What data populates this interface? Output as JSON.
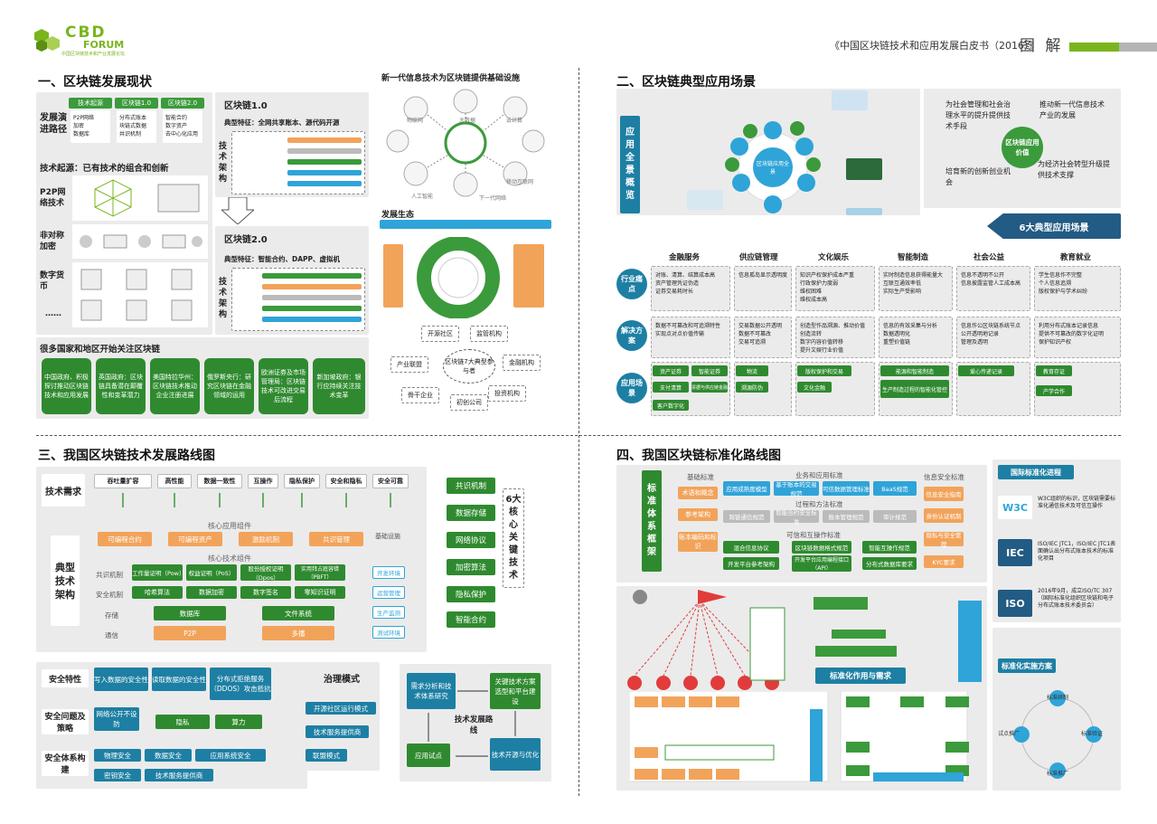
{
  "header": {
    "logo_top": "CBD",
    "logo_bottom": "FORUM",
    "logo_sub": "中国区块链技术和产业发展论坛",
    "doc_title": "《中国区块链技术和应用发展白皮书（2016）》",
    "tujie": "图 解",
    "colors": {
      "green": "#7ab51d",
      "grey": "#b5b5b5"
    }
  },
  "s1": {
    "title": "一、区块链发展现状",
    "path_label": "发展演进路径",
    "path_steps": [
      "技术起源",
      "区块链1.0",
      "区块链2.0"
    ],
    "path_desc": [
      "P2P网络\n加密\n数据库",
      "分布式账本\n块链式数据\n共识机制",
      "智能合约\n数字资产\n去中心化应用"
    ],
    "origin": "技术起源：已有技术的组合和创新",
    "techs": [
      "P2P网络技术",
      "非对称加密",
      "数字货币"
    ],
    "dots": "……",
    "bc1": "区块链1.0",
    "bc1_feat": "典型特征：全网共享账本、源代码开源",
    "bc2": "区块链2.0",
    "bc2_feat": "典型特征：智能合约、DAPP、虚拟机",
    "arch": "技术架构",
    "countries_title": "很多国家和地区开始关注区块链",
    "countries": [
      "中国政府、积极探讨推动区块链技术和应用发展",
      "英国政府：区块链具备潜在颠覆性和变革潜力",
      "美国特拉华州：区块链技术推动企业注册进展",
      "俄罗斯央行：研究区块链在金融领域的运用",
      "欧洲证券及市场管理局：区块链技术可改进交易后流程",
      "新加坡政府：银行应持续关注技术变革"
    ]
  },
  "s1r": {
    "infra": "新一代信息技术为区块链提供基础设施",
    "infra_items": [
      "物联网",
      "大数据",
      "云计算",
      "人工智能",
      "下一代网络",
      "移动互联网"
    ],
    "eco": "发展生态",
    "eco_items": [
      "开源社区",
      "产业联盟",
      "骨干企业",
      "初创公司",
      "投资机构",
      "金融机构",
      "监管机构"
    ],
    "eco_center": "区块链7大典型参与者"
  },
  "s2": {
    "title": "二、区块链典型应用场景",
    "side": "应用全景概览",
    "center": "区块链应用全景",
    "apps": [
      "金融服务",
      "供应链管理",
      "文化娱乐",
      "智能制造",
      "社会公益",
      "教育就业"
    ],
    "value_items": [
      "为社会管理和社会治理水平的提升提供技术手段",
      "推动新一代信息技术产业的发展",
      "培育新的创新创业机会",
      "为经济社会转型升级提供技术支撑"
    ],
    "value_center": "区块链应用价值",
    "banner": "6大典型应用场景",
    "rows": [
      "行业痛点",
      "解决方案",
      "应用场景"
    ],
    "pain": [
      "对账、清算、结算成本高\n资产管理凭证伪造\n证券交易耗时长",
      "信息孤岛显示透明度",
      "知识产权保护成本严重\n行政保护力度弱\n维权困难\n维权成本高",
      "实时制造信息获得能量大\n互联互通效率低\n实际生产受影响",
      "信息不透明不公开\n信息披露监管人工成本高",
      "学生信息作不完整\n个人信息追溯\n版权保护与学术纠纷"
    ],
    "sol": [
      "数据不可篡改和可追溯特性\n实现点对点价值传输",
      "交易数据公开透明\n数据不可篡改\n交易可追溯",
      "创造型作品溯源、推动价值\n创造流转\n数字内容价值转移\n提升文娱行业价值",
      "信息的有效采集与分析\n数据透明化\n重塑价值链",
      "信息作公区块链系统节点\n公开透明地记录\n管理及透明",
      "利用分布式账本记录信息\n提供不可篡改的数字化证明\n保护知识产权"
    ],
    "scenes": [
      [
        "资产证券",
        "智能证券",
        "支付清算",
        "票据与供应链金融",
        "客户数字化"
      ],
      [
        "物流",
        "溯源防伪"
      ],
      [
        "版权保护和交易",
        "文化金融"
      ],
      [
        "能源和智能制造",
        "生产制造过程的智能化管控"
      ],
      [
        "爱心传递记录"
      ],
      [
        "教育存证",
        "产学合作"
      ]
    ]
  },
  "s3": {
    "title": "三、我国区块链技术发展路线图",
    "req_label": "技术需求",
    "reqs": [
      "吞吐量扩容",
      "高性能",
      "数据一致性",
      "互操作",
      "隐私保护",
      "安全和隐私",
      "安全可靠"
    ],
    "arch_label": "典型技术架构",
    "core_app": "核心应用组件",
    "apps": [
      "可编程合约",
      "可编程资产",
      "激励机制",
      "共识管理"
    ],
    "core_tech": "核心技术组件",
    "consensus": "共识机制",
    "cons_items": [
      "工作量证明（Pow）",
      "权益证明（PoS）",
      "股份授权证明（Dpos）",
      "实用拜占庭容错（PBFT）"
    ],
    "security": "安全机制",
    "sec_items": [
      "哈希算法",
      "数据加密",
      "数字签名",
      "零知识证明"
    ],
    "storage": "存储",
    "storage_items": [
      "数据库",
      "文件系统"
    ],
    "comm": "通信",
    "comm_items": [
      "P2P",
      "多播"
    ],
    "infra": "基础设施",
    "side": [
      "开发环境",
      "运营管理",
      "生产监测",
      "测试环境"
    ],
    "key_tech": [
      "共识机制",
      "数据存储",
      "网络协议",
      "加密算法",
      "隐私保护",
      "智能合约"
    ],
    "key_label": "6大核心关键技术",
    "safety_label": "安全特性",
    "safety": [
      "写入数据的安全性",
      "读取数据的安全性",
      "分布式拒绝服务（DDOS）攻击抵抗"
    ],
    "issues_label": "安全问题及策略",
    "issues": [
      "网络公开不设防",
      "隐私",
      "算力"
    ],
    "system_label": "安全体系构建",
    "system": [
      "物理安全",
      "数据安全",
      "应用系统安全",
      "密钥安全",
      "技术服务提供商"
    ],
    "gov_label": "治理模式",
    "gov": [
      "开源社区运行模式",
      "技术服务提供商",
      "联盟模式"
    ],
    "route": [
      "需求分析和技术体系研究",
      "关键技术方案选型和平台建设",
      "应用试点",
      "技术开源与优化"
    ],
    "route_center": "技术发展路线"
  },
  "s4": {
    "title": "四、我国区块链标准化路线图",
    "side": "标准体系框架",
    "cols": [
      "基础标准",
      "业务和应用标准",
      "信息安全标准"
    ],
    "base": [
      "术语和概念",
      "参考架构",
      "账本编码和标识"
    ],
    "biz": [
      "应用成熟度模型",
      "基于账本的交易规范",
      "可信数据管理标准",
      "BaaS规范"
    ],
    "proc": "过程和方法标准",
    "proc_items": [
      "跨链通信规范",
      "智能合约安全标准",
      "账本管理规范",
      "审计规范"
    ],
    "interop": "可信和互操作标准",
    "interop_items": [
      "混合信息协议",
      "区块链数据格式规范",
      "智能互操作规范",
      "开发平台参考架构",
      "开发平台应用编程接口（API）",
      "分布式数据库要求"
    ],
    "sec_items": [
      "信息安全指南",
      "身份认证机制",
      "隐私与安全管理",
      "KYC要求"
    ],
    "intl": "国际标准化进程",
    "orgs": [
      "W3C",
      "IEC",
      "ISO"
    ],
    "org_desc": [
      "W3C组织的标识，区块链需要标准化通信技术及可信互操作",
      "ISO/IEC JTC1，ISO/IEC JTC1表面确认出分布式账本技术的标准化项目",
      "2016年9月，成立ISO/TC 307（国际标准化组织区块链和电子分布式账本技术委员会）"
    ],
    "role": "标准化作用与需求",
    "impl": "标准化实施方案",
    "cycle": [
      "标准研制",
      "标准验证",
      "标准推广",
      "试点推广"
    ]
  }
}
